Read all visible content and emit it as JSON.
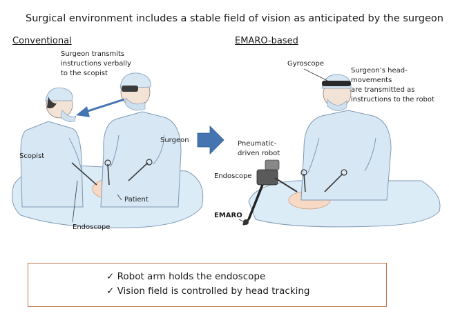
{
  "title": "Surgical environment includes a stable field of vision as anticipated by the surgeon",
  "conventional": {
    "heading": "Conventional",
    "labels": {
      "surgeon_transmits": [
        "Surgeon transmits",
        "instructions verbally",
        "to the scopist"
      ],
      "surgeon": "Surgeon",
      "scopist": "Scopist",
      "patient": "Patient",
      "endoscope": "Endoscope"
    }
  },
  "emaro": {
    "heading": "EMARO-based",
    "labels": {
      "gyroscope": "Gyroscope",
      "head_movements": [
        "Surgeon’s head- movements",
        "are transmitted as",
        "instructions to the robot"
      ],
      "pneumatic": [
        "Pneumatic-",
        "driven robot"
      ],
      "endoscope": "Endoscope",
      "emaro": "EMARO"
    }
  },
  "summary": {
    "items": [
      "✓ Robot arm holds the endoscope",
      "✓ Vision field is controlled by head tracking"
    ]
  },
  "colors": {
    "gown": "#d7e7f4",
    "gown_stroke": "#7f99b3",
    "drape": "#dcecf7",
    "skin": "#f8d9c4",
    "arrow_blue": "#4575b0",
    "box_border": "#c0754a"
  }
}
